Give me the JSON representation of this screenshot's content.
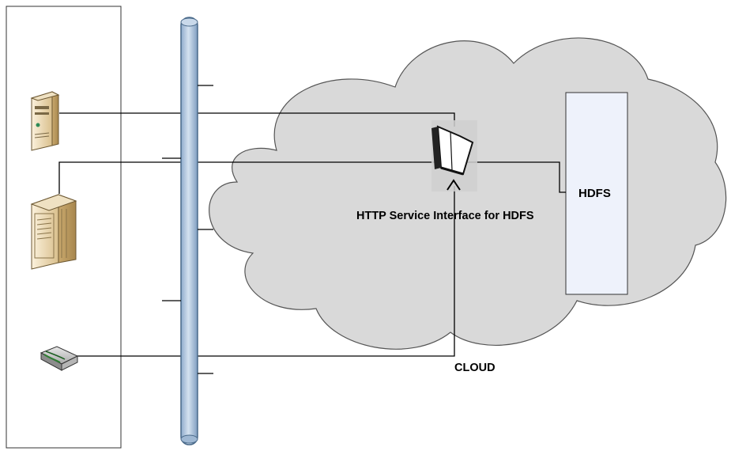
{
  "labels": {
    "http_service": "HTTP Service Interface for HDFS",
    "hdfs": "HDFS",
    "cloud": "CLOUD"
  },
  "icons": {
    "server_top": "tower-server-icon",
    "server_middle": "rack-server-icon",
    "device_bottom": "network-device-icon",
    "interface": "window-panel-icon"
  },
  "colors": {
    "cloud_fill": "#d9d9d9",
    "cloud_stroke": "#555555",
    "hdfs_fill": "#eef2fb",
    "bus_fill": "#b8cce0",
    "bus_stroke": "#4a6a8a",
    "server_fill": "#f0e0c0"
  }
}
